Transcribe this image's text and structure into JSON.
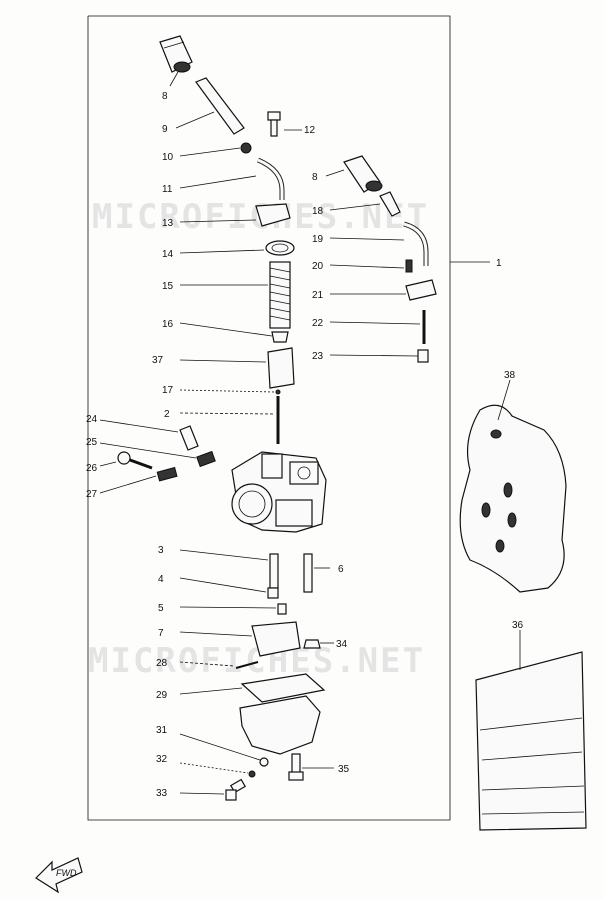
{
  "watermark": "MICROFICHES.NET",
  "direction_label": "FWD",
  "callouts": [
    {
      "label": "8",
      "id": "c8a"
    },
    {
      "label": "9",
      "id": "c9"
    },
    {
      "label": "10",
      "id": "c10"
    },
    {
      "label": "11",
      "id": "c11"
    },
    {
      "label": "12",
      "id": "c12"
    },
    {
      "label": "13",
      "id": "c13"
    },
    {
      "label": "14",
      "id": "c14"
    },
    {
      "label": "15",
      "id": "c15"
    },
    {
      "label": "16",
      "id": "c16"
    },
    {
      "label": "37",
      "id": "c37"
    },
    {
      "label": "17",
      "id": "c17"
    },
    {
      "label": "2",
      "id": "c2"
    },
    {
      "label": "24",
      "id": "c24"
    },
    {
      "label": "25",
      "id": "c25"
    },
    {
      "label": "26",
      "id": "c26"
    },
    {
      "label": "27",
      "id": "c27"
    },
    {
      "label": "8",
      "id": "c8b"
    },
    {
      "label": "18",
      "id": "c18"
    },
    {
      "label": "19",
      "id": "c19"
    },
    {
      "label": "20",
      "id": "c20"
    },
    {
      "label": "21",
      "id": "c21"
    },
    {
      "label": "22",
      "id": "c22"
    },
    {
      "label": "23",
      "id": "c23"
    },
    {
      "label": "1",
      "id": "c1"
    },
    {
      "label": "38",
      "id": "c38"
    },
    {
      "label": "3",
      "id": "c3"
    },
    {
      "label": "6",
      "id": "c6"
    },
    {
      "label": "4",
      "id": "c4"
    },
    {
      "label": "5",
      "id": "c5"
    },
    {
      "label": "7",
      "id": "c7"
    },
    {
      "label": "34",
      "id": "c34"
    },
    {
      "label": "28",
      "id": "c28"
    },
    {
      "label": "29",
      "id": "c29"
    },
    {
      "label": "36",
      "id": "c36"
    },
    {
      "label": "31",
      "id": "c31"
    },
    {
      "label": "32",
      "id": "c32"
    },
    {
      "label": "35",
      "id": "c35"
    },
    {
      "label": "33",
      "id": "c33"
    }
  ]
}
